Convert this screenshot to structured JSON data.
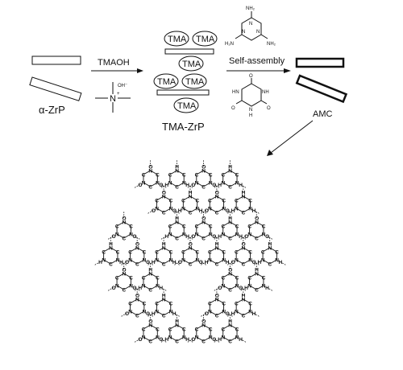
{
  "labels": {
    "alpha_zrp": "α-ZrP",
    "tmaoh": "TMAOH",
    "hydroxide": "OH⁻",
    "nitrogen": "N",
    "plus": "+",
    "tma": "TMA",
    "tma_zrp": "TMA-ZrP",
    "self_assembly": "Self-assembly",
    "amc": "AMC"
  },
  "melamine": {
    "center": "N",
    "nh2": "NH₂",
    "h2n": "H₂N"
  },
  "cyanuric": {
    "o": "O",
    "nh": "NH",
    "hn": "HN",
    "h": "H",
    "n": "N"
  },
  "network_atoms": {
    "n": "N",
    "c": "C",
    "h": "H",
    "o": "O"
  },
  "colors": {
    "ink": "#111111",
    "background": "#ffffff"
  }
}
